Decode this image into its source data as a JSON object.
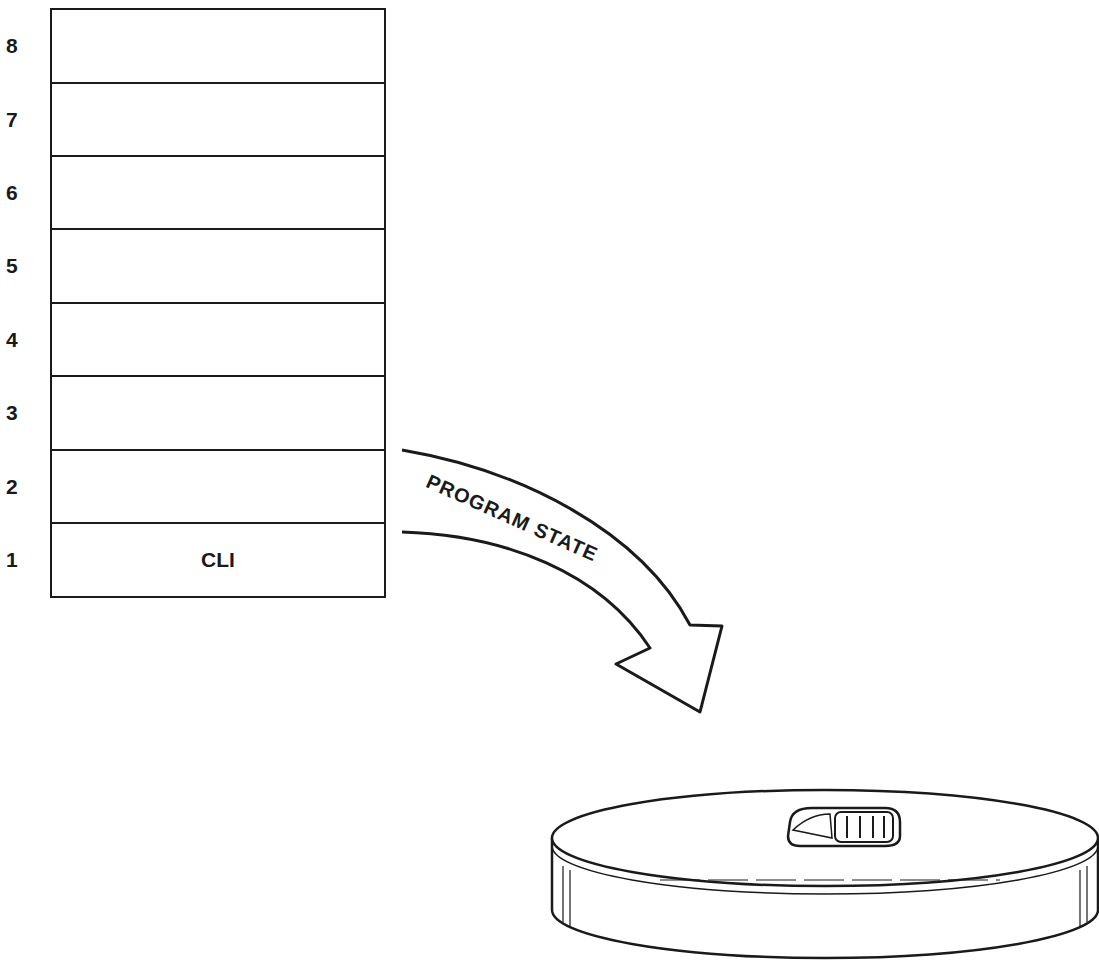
{
  "diagram": {
    "nodes": [
      {
        "text": [
          "8"
        ]
      },
      {
        "text": [
          "7"
        ]
      },
      {
        "text": [
          "6"
        ]
      },
      {
        "text": [
          "5"
        ]
      },
      {
        "text": [
          "4"
        ]
      },
      {
        "text": [
          "3"
        ]
      },
      {
        "text": [
          "2"
        ]
      },
      {
        "text": [
          "1",
          "CLI"
        ]
      }
    ],
    "labels": [
      "PROGRAM STATE"
    ]
  }
}
